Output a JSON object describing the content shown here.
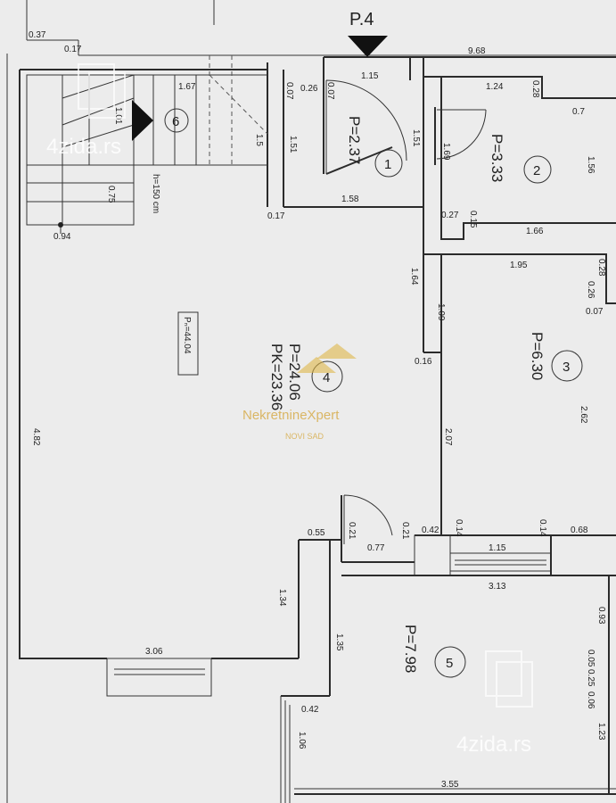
{
  "plan": {
    "section_mark": "P.4",
    "total_area": "Pₙ=44.04",
    "stair_note": "h=150 cm",
    "rooms": [
      {
        "num": "1",
        "area": "P=2.37"
      },
      {
        "num": "2",
        "area": "P=3.33"
      },
      {
        "num": "3",
        "area": "P=6.30"
      },
      {
        "num": "4",
        "area": "P=24.06",
        "area_k": "PK=23.36"
      },
      {
        "num": "5",
        "area": "P=7.98"
      },
      {
        "num": "6"
      }
    ],
    "dimensions": [
      "0.37",
      "0.17",
      "9.68",
      "1.15",
      "0.07",
      "0.26",
      "0.07",
      "1.67",
      "1.01",
      "1.5",
      "1.51",
      "1.58",
      "0.17",
      "0.75",
      "0.94",
      "1.51",
      "1.24",
      "0.28",
      "0.7",
      "1.69",
      "1.56",
      "0.27",
      "0.15",
      "1.66",
      "1.64",
      "1.95",
      "0.28",
      "0.26",
      "0.07",
      "1.09",
      "0.16",
      "2.62",
      "2.07",
      "0.42",
      "0.14",
      "0.14",
      "0.68",
      "0.55",
      "0.21",
      "0.21",
      "0.77",
      "1.15",
      "3.13",
      "1.34",
      "1.35",
      "0.93",
      "0.05",
      "0.25",
      "0.06",
      "3.06",
      "0.42",
      "1.06",
      "1.23",
      "3.55",
      "4.82"
    ],
    "watermarks": {
      "site": "4zida.rs",
      "agency": "NekretnineXpert",
      "agency_city": "NOVI SAD"
    }
  }
}
